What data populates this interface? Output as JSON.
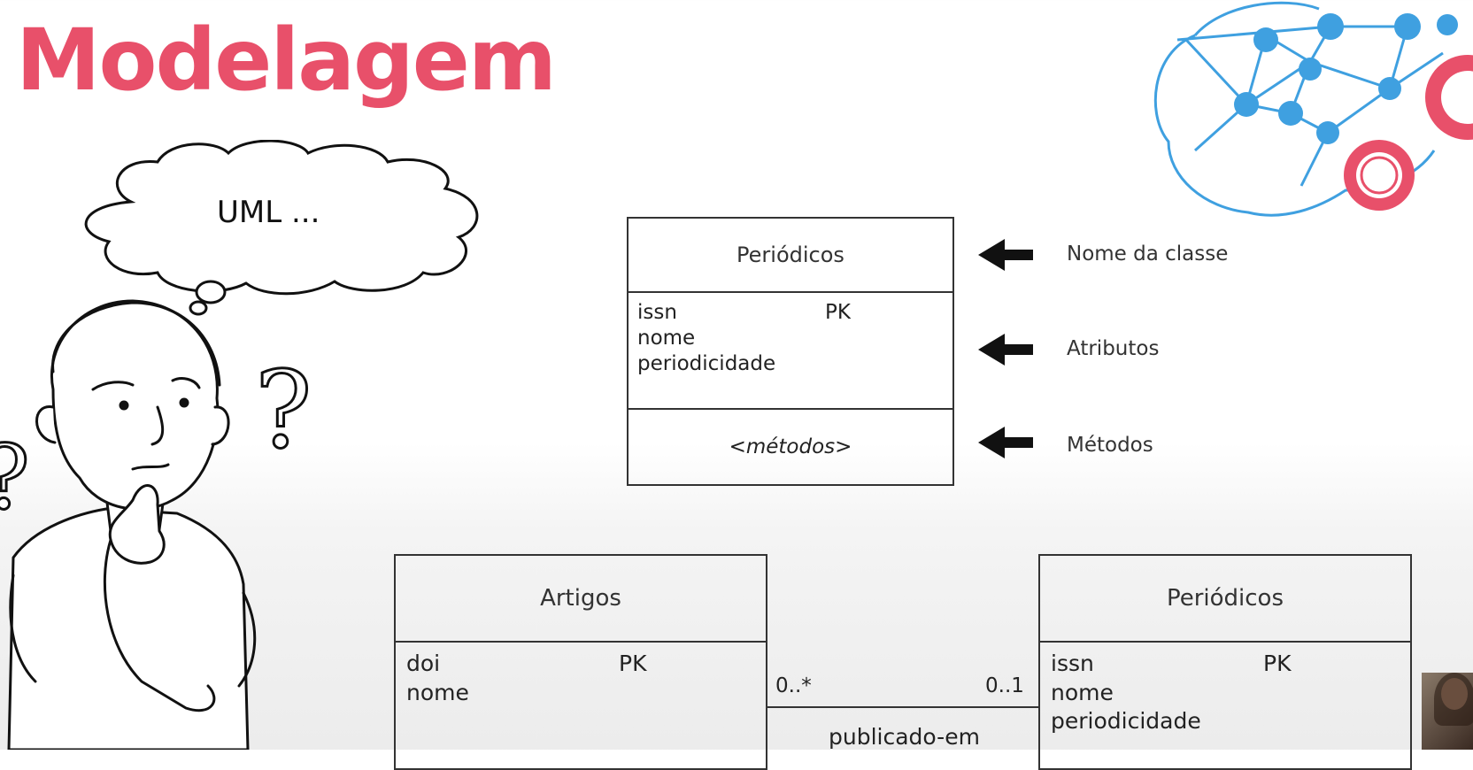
{
  "title": "Modelagem",
  "thought": "UML ...",
  "class_example": {
    "name": "Periódicos",
    "attributes": [
      "issn",
      "nome",
      "periodicidade"
    ],
    "pk_label": "PK",
    "methods": "<métodos>"
  },
  "annotations": {
    "class_name": "Nome da classe",
    "attributes": "Atributos",
    "methods": "Métodos"
  },
  "relation": {
    "left_class": {
      "name": "Artigos",
      "attributes": [
        "doi",
        "nome"
      ],
      "pk_label": "PK"
    },
    "right_class": {
      "name": "Periódicos",
      "attributes": [
        "issn",
        "nome",
        "periodicidade"
      ],
      "pk_label": "PK"
    },
    "left_multiplicity": "0..*",
    "right_multiplicity": "0..1",
    "association": "publicado-em"
  },
  "colors": {
    "title": "#e8506a",
    "brain": "#3fa0e0",
    "gear": "#e8506a"
  },
  "icons": [
    "brain-network-icon",
    "gear-icon",
    "question-mark-icon",
    "thinking-person-illustration"
  ]
}
